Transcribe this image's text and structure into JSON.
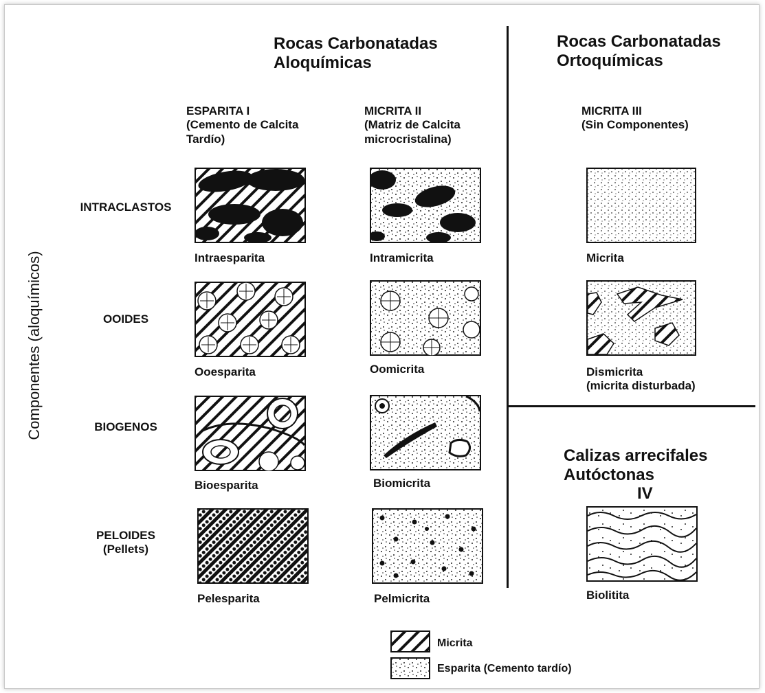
{
  "headers": {
    "aloquimicas": "Rocas Carbonatadas\nAloquímicas",
    "ortoquimicas": "Rocas Carbonatadas\nOrtoquímicas",
    "col1": "ESPARITA        I\n(Cemento de Calcita\nTardío)",
    "col2": "MICRITA        II\n(Matriz de Calcita\nmicrocristalina)",
    "col3": "MICRITA        III\n(Sin Componentes)",
    "reef": "Calizas arrecifales\nAutóctonas",
    "reef_num": "IV"
  },
  "axis_label": "Componentes (aloquímicos)",
  "rows": [
    {
      "label": "INTRACLASTOS"
    },
    {
      "label": "OOIDES"
    },
    {
      "label": "BIOGENOS"
    },
    {
      "label": "PELOIDES\n(Pellets)"
    }
  ],
  "captions": {
    "intraesparita": "Intraesparita",
    "intramicrita": "Intramicrita",
    "micrita": "Micrita",
    "ooesparita": "Ooesparita",
    "oomicrita": "Oomicrita",
    "dismicrita": "Dismicrita\n(micrita disturbada)",
    "bioesparita": "Bioesparita",
    "biomicrita": "Biomicrita",
    "biolitita": "Biolitita",
    "pelesparita": "Pelesparita",
    "pelmicrita": "Pelmicrita"
  },
  "legend": [
    {
      "pattern": "hatch",
      "label": "Micrita"
    },
    {
      "pattern": "dots",
      "label": "Esparita (Cemento tardío)"
    }
  ]
}
